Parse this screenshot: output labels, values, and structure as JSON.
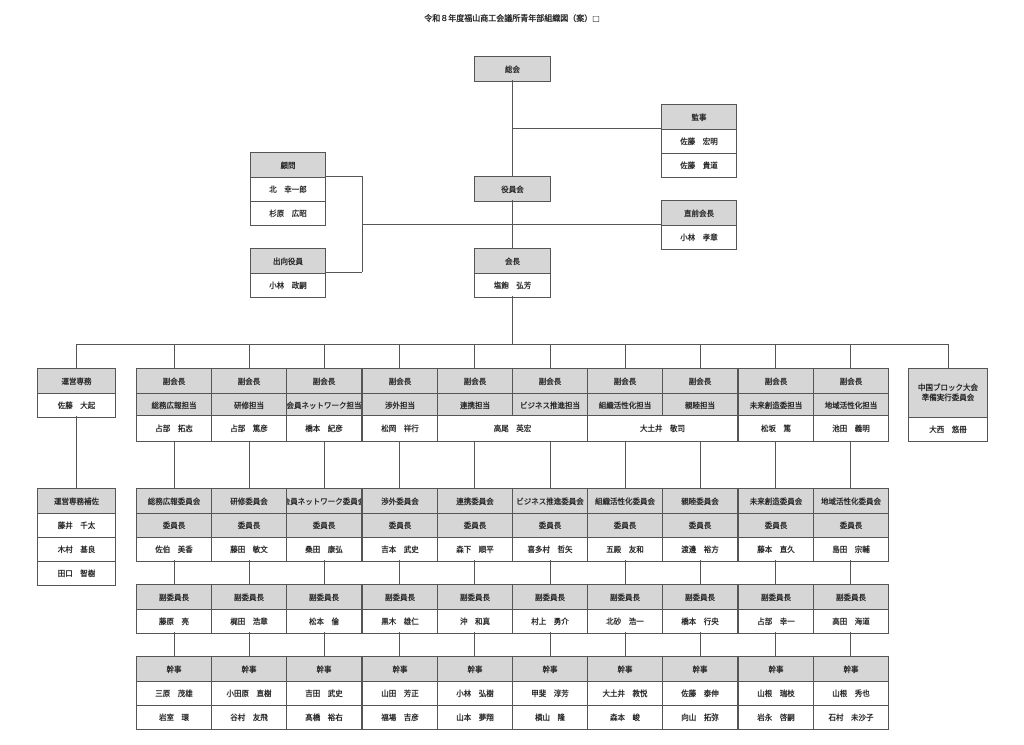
{
  "title": "令和８年度福山商工会議所青年部組織図（案）□",
  "general_meeting": "総会",
  "board": "役員会",
  "auditors": {
    "label": "監事",
    "members": [
      "佐藤　宏明",
      "佐藤　貴道"
    ]
  },
  "advisors": {
    "label": "顧問",
    "members": [
      "北　幸一郎",
      "杉原　広昭"
    ]
  },
  "seconded": {
    "label": "出向役員",
    "members": [
      "小林　政嗣"
    ]
  },
  "past_president": {
    "label": "直前会長",
    "members": [
      "小林　孝章"
    ]
  },
  "president": {
    "label": "会長",
    "members": [
      "塩飽　弘芳"
    ]
  },
  "managing_director": {
    "label": "運営専務",
    "members": [
      "佐藤　大起"
    ]
  },
  "managing_assistant": {
    "label": "運営専務補佐",
    "members": [
      "藤井　千太",
      "木村　基良",
      "田口　智樹"
    ]
  },
  "chugoku_block": {
    "label": "中国ブロック大会\n準備実行委員会",
    "members": [
      "大西　悠冊"
    ]
  },
  "vice_label": "副会長",
  "chair_label": "委員長",
  "vice_chair_label": "副委員長",
  "secretary_label": "幹事",
  "columns": [
    {
      "vice_role": "総務広報担当",
      "vice": "占部　拓志",
      "committee": "総務広報委員会",
      "chair": "佐伯　美香",
      "vice_chair": "藤原　亮",
      "secretaries": [
        "三原　茂雄",
        "岩室　環"
      ]
    },
    {
      "vice_role": "研修担当",
      "vice": "占部　篤彦",
      "committee": "研修委員会",
      "chair": "藤田　敏文",
      "vice_chair": "梶田　浩章",
      "secretaries": [
        "小田原　直樹",
        "谷村　友飛"
      ]
    },
    {
      "vice_role": "会員ネットワーク担当",
      "vice": "橋本　紀彦",
      "committee": "会員ネットワーク委員会",
      "chair": "桑田　康弘",
      "vice_chair": "松本　倫",
      "secretaries": [
        "吉田　武史",
        "髙橋　裕右"
      ]
    },
    {
      "vice_role": "渉外担当",
      "vice": "松岡　祥行",
      "committee": "渉外委員会",
      "chair": "吉本　武史",
      "vice_chair": "黒木　雄仁",
      "secretaries": [
        "山田　芳正",
        "福場　吉彦"
      ]
    },
    {
      "vice_role": "連携担当",
      "vice": "高尾　英宏",
      "committee": "連携委員会",
      "chair": "森下　順平",
      "vice_chair": "沖　和真",
      "secretaries": [
        "小林　弘樹",
        "山本　夢翔"
      ]
    },
    {
      "vice_role": "ビジネス推進担当",
      "vice": null,
      "committee": "ビジネス推進委員会",
      "chair": "喜多村　哲矢",
      "vice_chair": "村上　勇介",
      "secretaries": [
        "甲斐　淳芳",
        "横山　隆"
      ]
    },
    {
      "vice_role": "組織活性化担当",
      "vice": "大土井　敬司",
      "committee": "組織活性化委員会",
      "chair": "五殿　友和",
      "vice_chair": "北砂　浩一",
      "secretaries": [
        "大土井　教悦",
        "森本　峻"
      ]
    },
    {
      "vice_role": "親睦担当",
      "vice": null,
      "committee": "親睦委員会",
      "chair": "渡邊　裕方",
      "vice_chair": "橋本　行央",
      "secretaries": [
        "佐藤　泰伸",
        "向山　拓弥"
      ]
    },
    {
      "vice_role": "未来創造委担当",
      "vice": "松坂　篤",
      "committee": "未来創造委員会",
      "chair": "藤本　直久",
      "vice_chair": "占部　幸一",
      "secretaries": [
        "山根　瑞枝",
        "岩永　啓嗣"
      ]
    },
    {
      "vice_role": "地域活性化担当",
      "vice": "池田　義明",
      "committee": "地域活性化委員会",
      "chair": "島田　宗輔",
      "vice_chair": "高田　海道",
      "secretaries": [
        "山根　秀也",
        "石村　未沙子"
      ]
    }
  ]
}
